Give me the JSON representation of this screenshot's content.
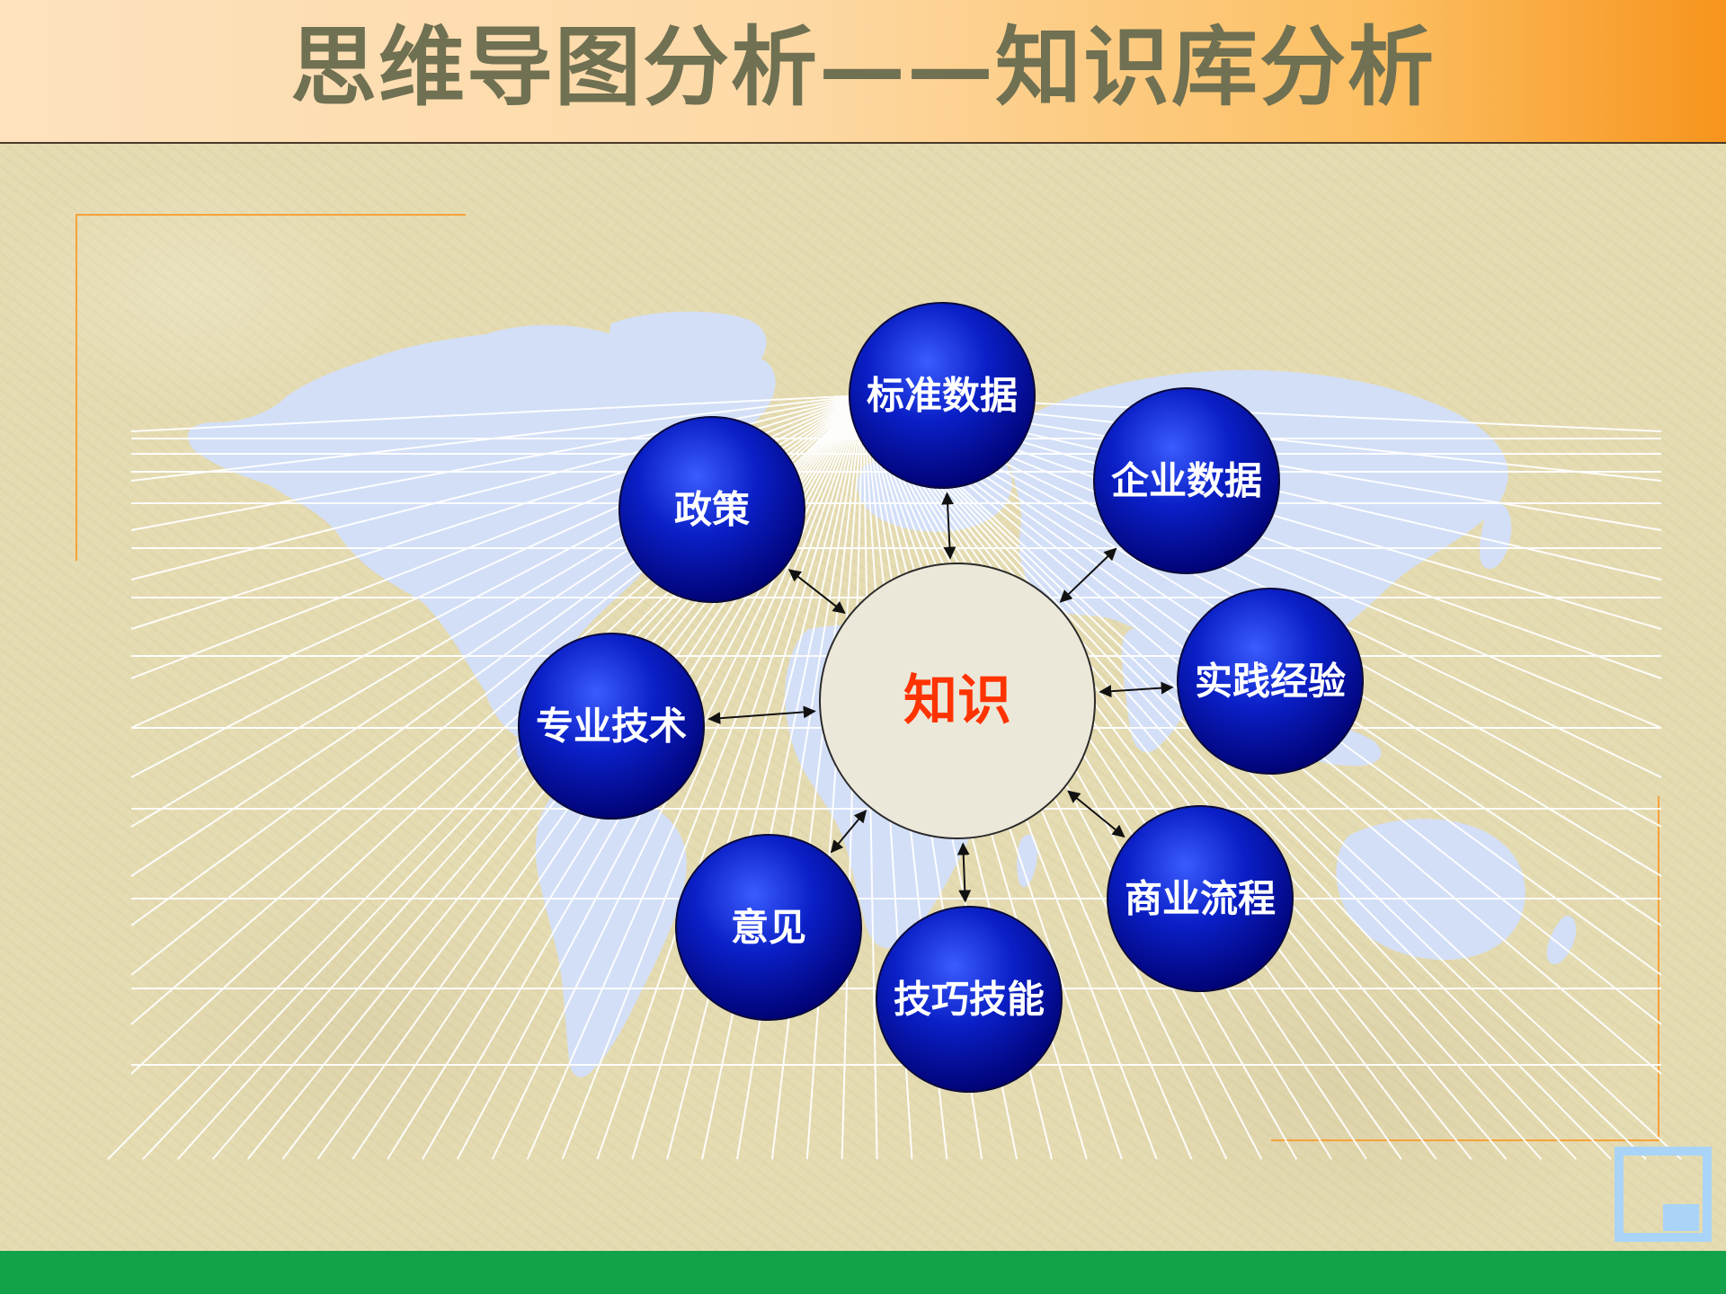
{
  "header": {
    "title": "思维导图分析——知识库分析"
  },
  "diagram": {
    "center": {
      "label": "知识",
      "text_color": "#ff3300",
      "fill": "#ebe8da"
    },
    "nodes": [
      {
        "id": "biaozhun",
        "label": "标准数据"
      },
      {
        "id": "qiye",
        "label": "企业数据"
      },
      {
        "id": "shijian",
        "label": "实践经验"
      },
      {
        "id": "shangye",
        "label": "商业流程"
      },
      {
        "id": "jiqiao",
        "label": "技巧技能"
      },
      {
        "id": "yijian",
        "label": "意见"
      },
      {
        "id": "zhuanye",
        "label": "专业技术"
      },
      {
        "id": "zhengce",
        "label": "政策"
      }
    ],
    "connector": "bidirectional-arrow"
  },
  "colors": {
    "header_gradient_start": "#fde2bd",
    "header_gradient_end": "#f7941d",
    "title_text": "#707052",
    "node_fill_dark": "#00007a",
    "node_fill_light": "#3355ff",
    "map_color": "#d3dff7",
    "footer": "#13a24a",
    "frame_accent": "#f5a23a"
  }
}
